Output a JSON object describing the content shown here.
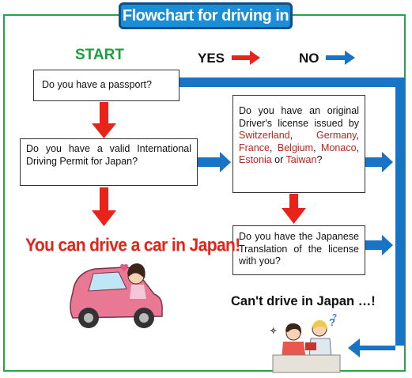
{
  "title": "Flowchart for driving in Japan",
  "legend": {
    "start": "START",
    "yes": "YES",
    "no": "NO",
    "yes_color": "#e8231a",
    "no_color": "#1a74c6"
  },
  "questions": {
    "passport": "Do you have a passport?",
    "idp": "Do you have a valid International Driving Permit for Japan?",
    "license": {
      "before": "Do you have an original Driver's license issued by ",
      "countries": [
        "Switzerland",
        "Germany",
        "France",
        "Belgium",
        "Monaco",
        "Estonia",
        "Taiwan"
      ],
      "separators": [
        ", ",
        ", ",
        ", ",
        ", ",
        ", ",
        " or ",
        "?"
      ]
    },
    "translation": "Do you have the Japanese Translation of the license with you?"
  },
  "outcomes": {
    "can_drive": "You can drive a car in Japan!",
    "cannot_drive": "Can't drive in Japan …!"
  },
  "colors": {
    "frame": "#27a34a",
    "title_bg": "#1a8fd6",
    "can_drive": "#e0241b",
    "country_text": "#c0241b"
  }
}
